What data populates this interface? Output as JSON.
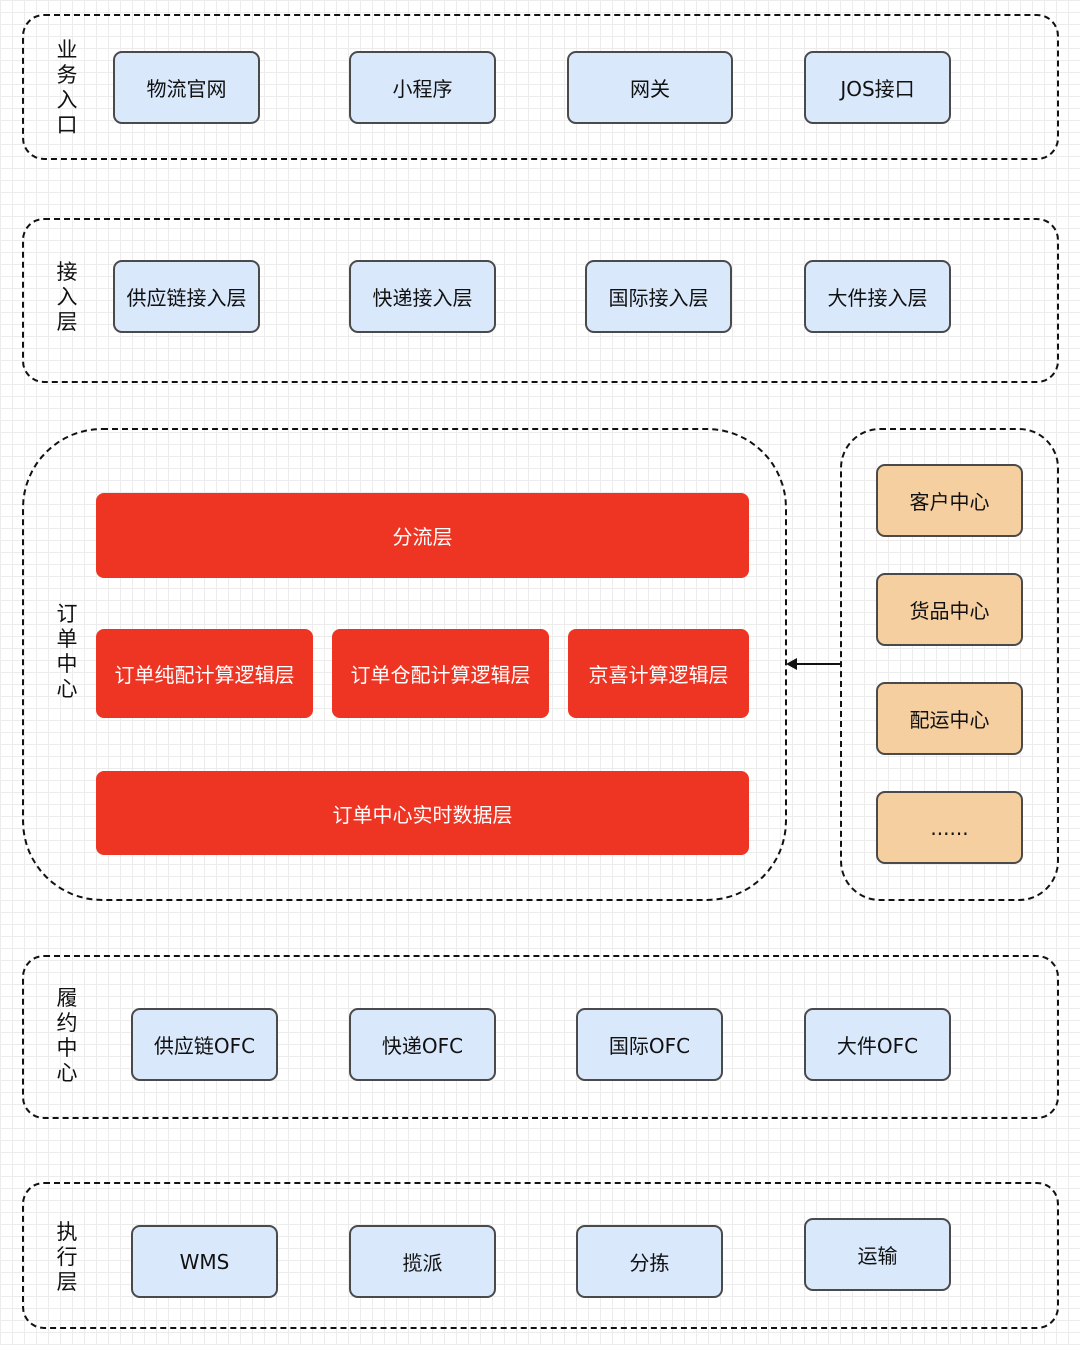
{
  "layers": {
    "business_entry": {
      "label": "业务入口",
      "items": [
        "物流官网",
        "小程序",
        "网关",
        "JOS接口"
      ]
    },
    "access": {
      "label": "接入层",
      "items": [
        "供应链接入层",
        "快递接入层",
        "国际接入层",
        "大件接入层"
      ]
    },
    "order_center": {
      "label": "订单中心",
      "split_layer": "分流层",
      "logic_layers": [
        "订单纯配计算逻辑层",
        "订单仓配计算逻辑层",
        "京喜计算逻辑层"
      ],
      "realtime_layer": "订单中心实时数据层"
    },
    "support_centers": {
      "items": [
        "客户中心",
        "货品中心",
        "配运中心",
        "......"
      ]
    },
    "fulfillment": {
      "label": "履约中心",
      "items": [
        "供应链OFC",
        "快递OFC",
        "国际OFC",
        "大件OFC"
      ]
    },
    "execution": {
      "label": "执行层",
      "items": [
        "WMS",
        "揽派",
        "分拣",
        "运输"
      ]
    }
  },
  "colors": {
    "blue_fill": "#dae8fc",
    "orange_fill": "#f6cfa0",
    "red_fill": "#ee3524"
  }
}
